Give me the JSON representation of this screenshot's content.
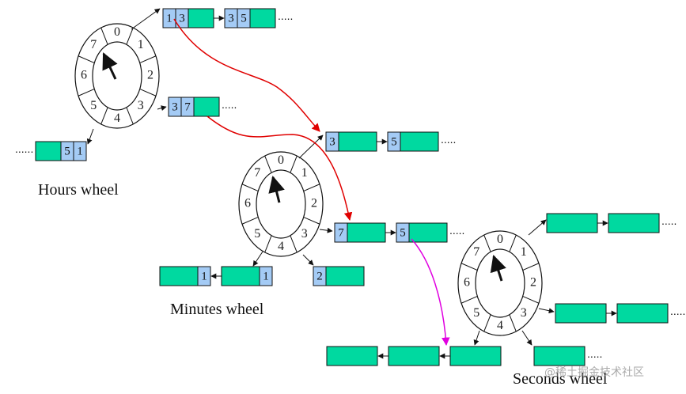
{
  "colors": {
    "slot": "#00d9a0",
    "task": "#a4cbf5",
    "arrow": "#111111",
    "cascade": "#e00000",
    "expire": "#e000e0"
  },
  "wheels": [
    {
      "id": "hours",
      "caption": "Hours wheel",
      "digits": [
        "0",
        "1",
        "2",
        "3",
        "4",
        "5",
        "6",
        "7"
      ],
      "lists": [
        {
          "cells": [
            [
              "1",
              "3"
            ],
            [
              "3",
              "5"
            ]
          ],
          "more": "....."
        },
        {
          "cells": [
            [
              "3",
              "7"
            ]
          ],
          "more": "....."
        },
        {
          "cells": [
            [
              "5",
              "1"
            ]
          ],
          "more": "......"
        }
      ]
    },
    {
      "id": "minutes",
      "caption": "Minutes wheel",
      "digits": [
        "0",
        "1",
        "2",
        "3",
        "4",
        "5",
        "6",
        "7"
      ],
      "lists": [
        {
          "cells": [
            [
              "3"
            ],
            [
              "5"
            ]
          ],
          "more": "....."
        },
        {
          "cells": [
            [
              "7"
            ],
            [
              "5"
            ]
          ],
          "more": "....."
        },
        {
          "cells": [
            [
              "1"
            ],
            [
              "1"
            ]
          ],
          "more": ""
        },
        {
          "cells": [
            [
              "2"
            ]
          ],
          "more": ""
        }
      ]
    },
    {
      "id": "seconds",
      "caption": "Seconds wheel",
      "digits": [
        "0",
        "1",
        "2",
        "3",
        "4",
        "5",
        "6",
        "7"
      ],
      "lists": [
        {
          "cells": [
            [],
            []
          ],
          "more": "....."
        },
        {
          "cells": [
            [],
            []
          ],
          "more": "....."
        },
        {
          "cells": [
            []
          ],
          "more": "....."
        },
        {
          "cells": [
            [],
            [],
            []
          ],
          "more": ""
        }
      ]
    }
  ],
  "watermark": "@稀土掘金技术社区"
}
